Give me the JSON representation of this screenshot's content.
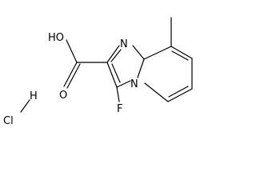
{
  "molecule": {
    "atoms": {
      "hydroxyl": "HO",
      "carbonyl_oxygen": "O",
      "fluorine": "F",
      "ring_nitrogen_top": "N",
      "ring_nitrogen_bridge": "N",
      "hydrogen": "H",
      "chlorine": "Cl"
    }
  }
}
